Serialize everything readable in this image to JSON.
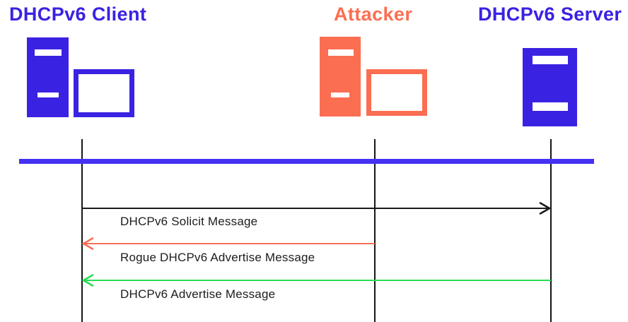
{
  "diagram": {
    "actors": [
      {
        "id": "client",
        "label": "DHCPv6 Client",
        "color": "#3a22e2",
        "icon": "desktop-computer"
      },
      {
        "id": "attacker",
        "label": "Attacker",
        "color": "#fb6e51",
        "icon": "desktop-computer"
      },
      {
        "id": "server",
        "label": "DHCPv6 Server",
        "color": "#3a22e2",
        "icon": "server-tower"
      }
    ],
    "timeline_color": "#4431f2",
    "lifeline_color": "#161616",
    "messages": [
      {
        "label": "DHCPv6 Solicit Message",
        "from": "DHCPv6 Client",
        "to": "DHCPv6 Server",
        "direction": "right",
        "color": "#1a1a1a"
      },
      {
        "label": "Rogue DHCPv6 Advertise Message",
        "from": "Attacker",
        "to": "DHCPv6 Client",
        "direction": "left",
        "color": "#f9715a"
      },
      {
        "label": "DHCPv6 Advertise Message",
        "from": "DHCPv6 Server",
        "to": "DHCPv6 Client",
        "direction": "left",
        "color": "#29dc55"
      }
    ]
  }
}
